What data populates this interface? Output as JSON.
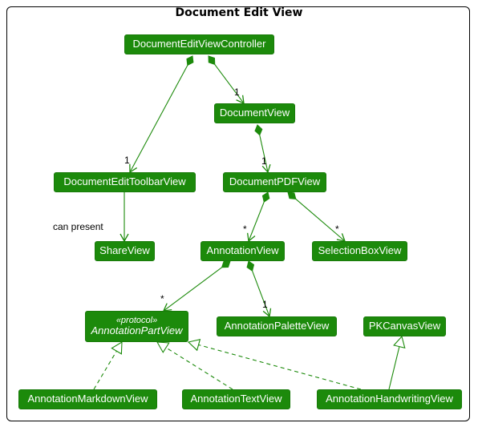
{
  "frame": {
    "title": "Document Edit View"
  },
  "colors": {
    "node_fill": "#1c8a0b",
    "node_text": "#ffffff",
    "edge": "#1c8a0b"
  },
  "nodes": [
    {
      "id": "controller",
      "label": "DocumentEditViewController"
    },
    {
      "id": "documentview",
      "label": "DocumentView"
    },
    {
      "id": "toolbar",
      "label": "DocumentEditToolbarView"
    },
    {
      "id": "pdfview",
      "label": "DocumentPDFView"
    },
    {
      "id": "shareview",
      "label": "ShareView"
    },
    {
      "id": "annotationview",
      "label": "AnnotationView"
    },
    {
      "id": "selectionbox",
      "label": "SelectionBoxView"
    },
    {
      "id": "annotationpart",
      "label": "AnnotationPartView",
      "stereotype": "«protocol»"
    },
    {
      "id": "palette",
      "label": "AnnotationPaletteView"
    },
    {
      "id": "pkcanvas",
      "label": "PKCanvasView"
    },
    {
      "id": "markdown",
      "label": "AnnotationMarkdownView"
    },
    {
      "id": "textview",
      "label": "AnnotationTextView"
    },
    {
      "id": "handwriting",
      "label": "AnnotationHandwritingView"
    }
  ],
  "edges": [
    {
      "from": "controller",
      "to": "documentview",
      "kind": "composition",
      "multiplicity": "1"
    },
    {
      "from": "controller",
      "to": "toolbar",
      "kind": "composition",
      "multiplicity": "1"
    },
    {
      "from": "documentview",
      "to": "pdfview",
      "kind": "composition",
      "multiplicity": "1"
    },
    {
      "from": "toolbar",
      "to": "shareview",
      "kind": "association",
      "label": "can present"
    },
    {
      "from": "pdfview",
      "to": "annotationview",
      "kind": "composition",
      "multiplicity": "*"
    },
    {
      "from": "pdfview",
      "to": "selectionbox",
      "kind": "composition",
      "multiplicity": "*"
    },
    {
      "from": "annotationview",
      "to": "annotationpart",
      "kind": "composition",
      "multiplicity": "*"
    },
    {
      "from": "annotationview",
      "to": "palette",
      "kind": "composition",
      "multiplicity": "1"
    },
    {
      "from": "markdown",
      "to": "annotationpart",
      "kind": "realization"
    },
    {
      "from": "textview",
      "to": "annotationpart",
      "kind": "realization"
    },
    {
      "from": "handwriting",
      "to": "annotationpart",
      "kind": "realization"
    },
    {
      "from": "handwriting",
      "to": "pkcanvas",
      "kind": "generalization"
    }
  ]
}
